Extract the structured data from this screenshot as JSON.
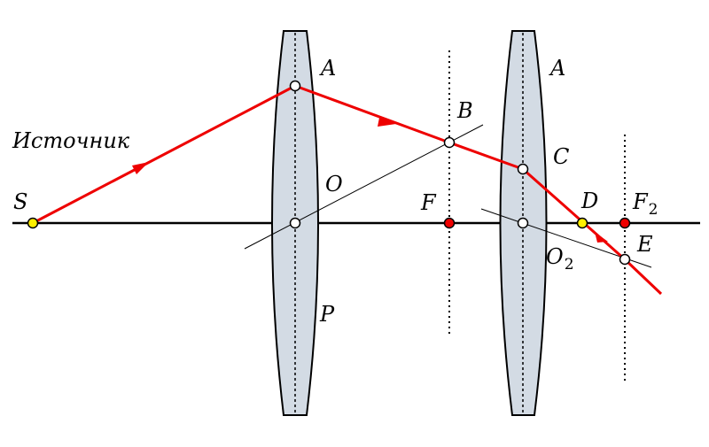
{
  "labels": {
    "source_text": "Источник",
    "S": "S",
    "A1": "A",
    "A2": "A",
    "B": "B",
    "C": "C",
    "O": "O",
    "F": "F",
    "D": "D",
    "F2_main": "F",
    "F2_sub": "2",
    "E": "E",
    "O2_main": "O",
    "O2_sub": "2",
    "P": "P"
  },
  "colors": {
    "ray": "#ee0000",
    "axis": "#000000",
    "lens_fill": "#d3dbe4",
    "lens_stroke": "#000000",
    "point_open": "#ffffff",
    "point_source": "#ffee00",
    "point_focus": "#ee0000"
  }
}
